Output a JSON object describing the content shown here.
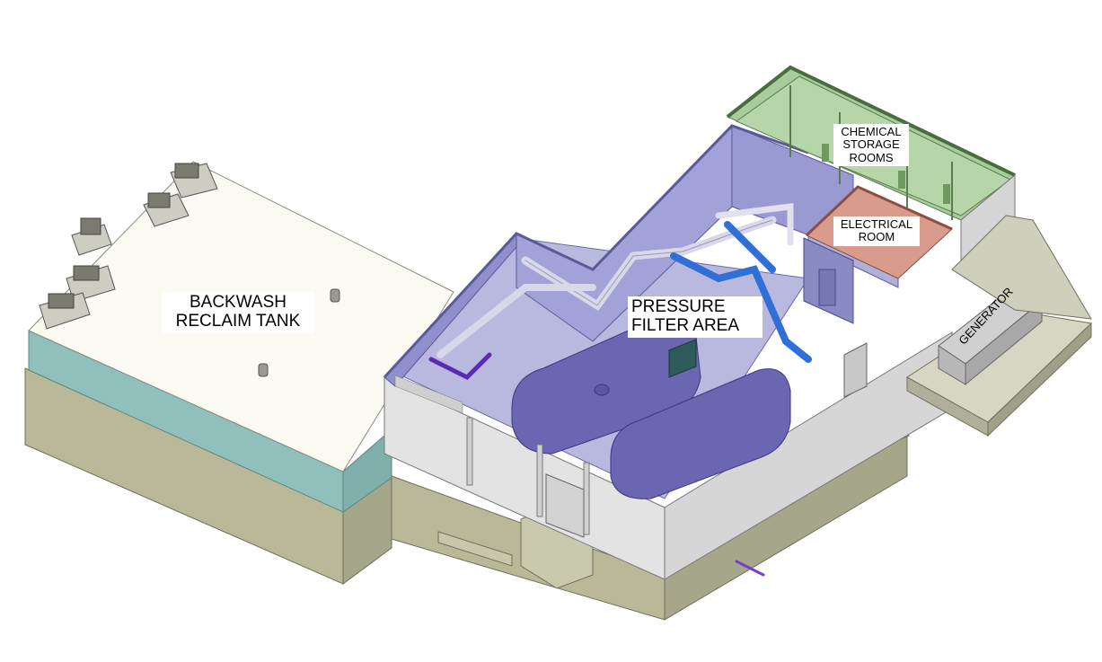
{
  "labels": {
    "backwash_line1": "BACKWASH",
    "backwash_line2": "RECLAIM TANK",
    "pressure_line1": "PRESSURE",
    "pressure_line2": "FILTER AREA",
    "chemical_line1": "CHEMICAL",
    "chemical_line2": "STORAGE",
    "chemical_line3": "ROOMS",
    "electrical_line1": "ELECTRICAL",
    "electrical_line2": "ROOM",
    "generator": "GENERATOR"
  },
  "colors": {
    "tank_roof": "#fbfbf4",
    "tank_teal_wall": "#8fbfbb",
    "foundation": "#bcbc9d",
    "foundation_dark": "#9e9e82",
    "building_wall": "#e6e6e6",
    "interior_purple": "#a8a8dc",
    "filter_vessel": "#6b67b3",
    "chemical_room": "#a7c99a",
    "electrical_room": "#d99b8c",
    "pipe_blue": "#2f6fd6",
    "pipe_violet": "#5b2bb0"
  }
}
